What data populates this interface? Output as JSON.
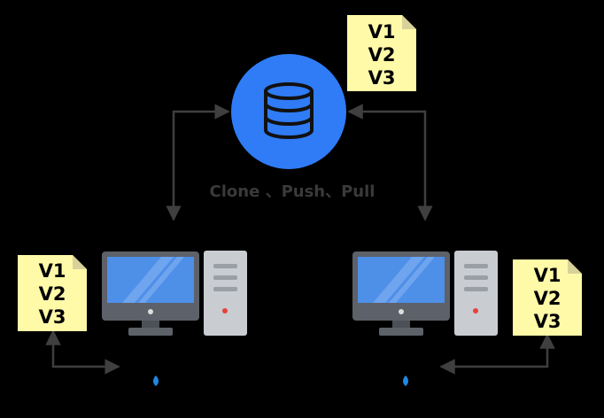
{
  "diagram": {
    "server_versions": [
      "V1",
      "V2",
      "V3"
    ],
    "client_left_versions": [
      "V1",
      "V2",
      "V3"
    ],
    "client_right_versions": [
      "V1",
      "V2",
      "V3"
    ],
    "operations_label": "Clone 、Push、Pull"
  },
  "colors": {
    "background": "#000000",
    "server_circle": "#2f7cf6",
    "note_fill": "#fffaa8",
    "note_fold": "#d8d29a",
    "arrow": "#3f3f3f",
    "label": "#3a3a3a",
    "monitor_frame": "#5d6169",
    "monitor_screen": "#4e8fe8",
    "tower": "#c9ccd1",
    "power_led": "#e8413c",
    "user_drop": "#1e88e5"
  },
  "icons": [
    "database-icon",
    "computer-icon",
    "document-note-icon",
    "user-marker-icon"
  ]
}
